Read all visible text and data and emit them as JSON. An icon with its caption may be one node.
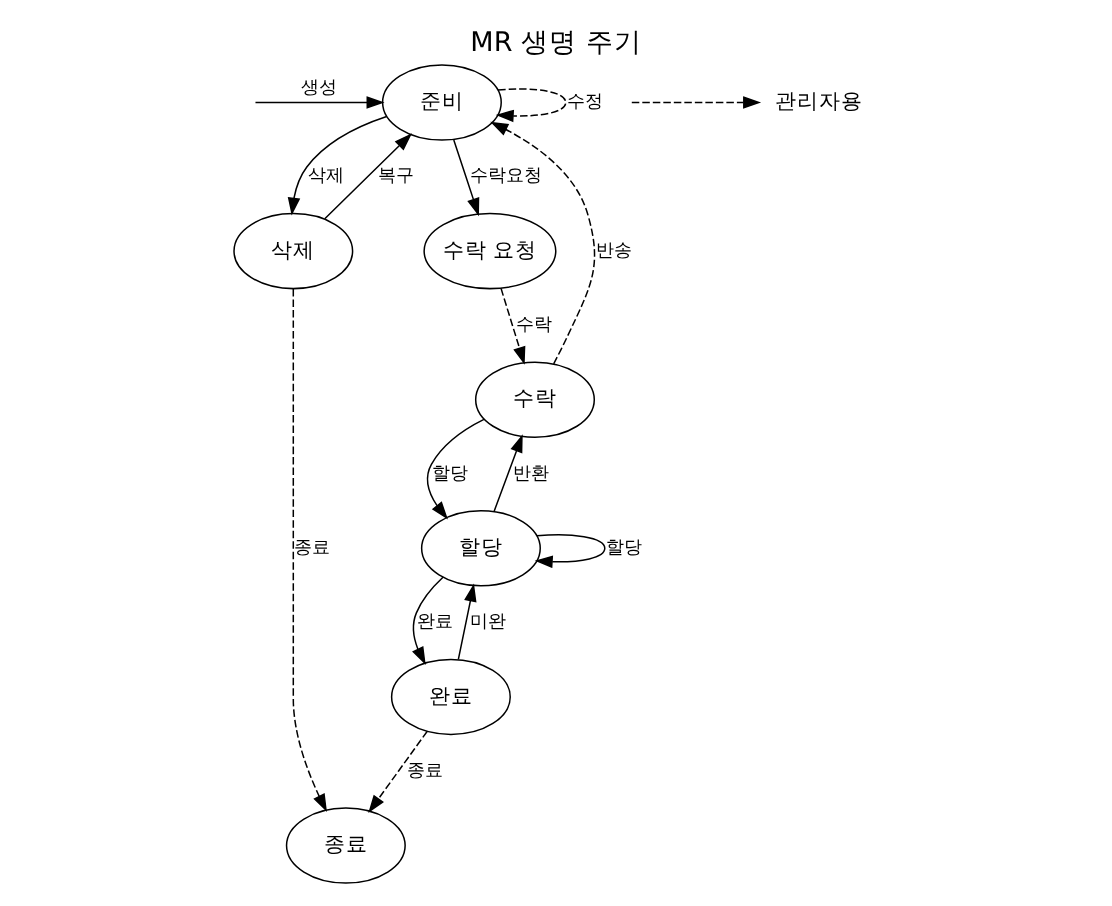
{
  "diagram": {
    "title": "MR 생명 주기",
    "nodes": [
      {
        "text": [
          "준비"
        ]
      },
      {
        "text": [
          "삭제"
        ]
      },
      {
        "text": [
          "수락 요청"
        ]
      },
      {
        "text": [
          "종료"
        ]
      },
      {
        "text": [
          "수락"
        ]
      },
      {
        "text": [
          "완료"
        ]
      },
      {
        "text": [
          "할당"
        ]
      }
    ],
    "edges": [
      {
        "from": null,
        "to": 0,
        "arrow": "to",
        "label": "생성"
      },
      {
        "from": 0,
        "to": 0,
        "arrow": "to",
        "label": "수정",
        "style": "dashed"
      },
      {
        "from": 1,
        "to": 0,
        "arrow": "to",
        "label": "복구"
      },
      {
        "from": 0,
        "to": 1,
        "arrow": "to",
        "label": "삭제"
      },
      {
        "from": 0,
        "to": 2,
        "arrow": "to",
        "label": "수락요청"
      },
      {
        "from": 4,
        "to": 0,
        "arrow": "to",
        "label": "반송",
        "style": "dashed"
      },
      {
        "from": 1,
        "to": 3,
        "arrow": "to",
        "label": "종료",
        "style": "dashed"
      },
      {
        "from": 2,
        "to": 4,
        "arrow": "to",
        "label": "수락",
        "style": "dashed"
      },
      {
        "from": 4,
        "to": 6,
        "arrow": "to",
        "label": "할당"
      },
      {
        "from": 6,
        "to": 4,
        "arrow": "to",
        "label": "반환"
      },
      {
        "from": 6,
        "to": 5,
        "arrow": "to",
        "label": "완료"
      },
      {
        "from": 5,
        "to": 6,
        "arrow": "to",
        "label": "미완"
      },
      {
        "from": 5,
        "to": 3,
        "arrow": "to",
        "label": "종료",
        "style": "dashed"
      },
      {
        "from": 6,
        "to": 6,
        "arrow": "to",
        "label": "할당"
      }
    ],
    "legend": [
      {
        "text": "관리자용"
      }
    ]
  }
}
